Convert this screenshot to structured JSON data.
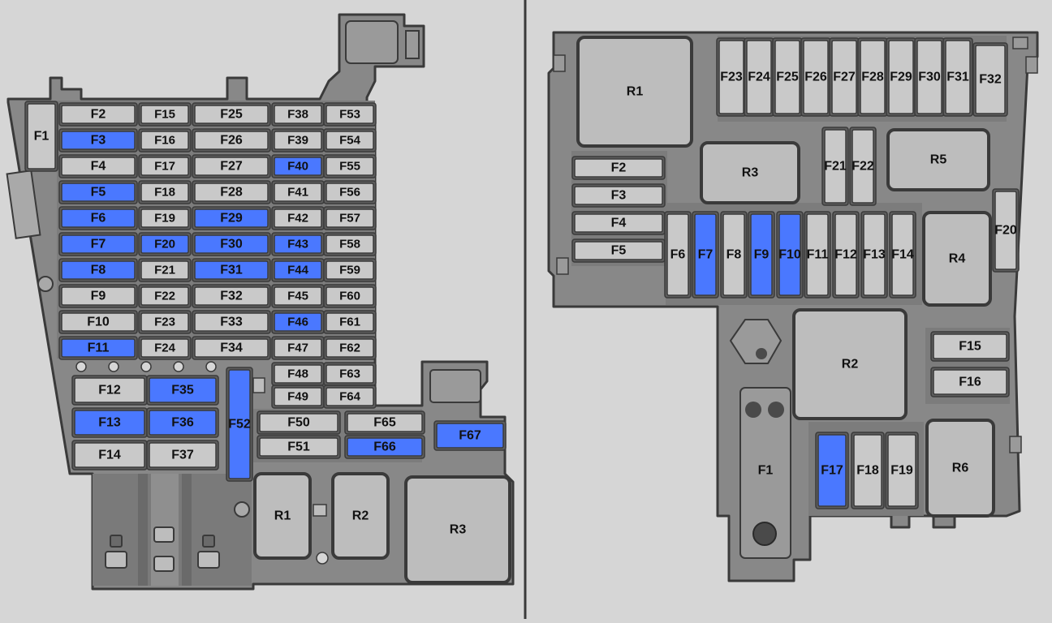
{
  "colors": {
    "background": "#d6d6d6",
    "housing": "#888888",
    "housing_dark": "#6f6f6f",
    "outline": "#3a3a3a",
    "fuse_body": "#c9c9c9",
    "fuse_highlight": "#4a78ff",
    "relay_body": "#bdbdbd",
    "divider": "#3a3a3a"
  },
  "left_box": {
    "fuses": {
      "F1": "F1",
      "F2": "F2",
      "F3": "F3",
      "F4": "F4",
      "F5": "F5",
      "F6": "F6",
      "F7": "F7",
      "F8": "F8",
      "F9": "F9",
      "F10": "F10",
      "F11": "F11",
      "F12": "F12",
      "F13": "F13",
      "F14": "F14",
      "F15": "F15",
      "F16": "F16",
      "F17": "F17",
      "F18": "F18",
      "F19": "F19",
      "F20": "F20",
      "F21": "F21",
      "F22": "F22",
      "F23": "F23",
      "F24": "F24",
      "F25": "F25",
      "F26": "F26",
      "F27": "F27",
      "F28": "F28",
      "F29": "F29",
      "F30": "F30",
      "F31": "F31",
      "F32": "F32",
      "F33": "F33",
      "F34": "F34",
      "F35": "F35",
      "F36": "F36",
      "F37": "F37",
      "F38": "F38",
      "F39": "F39",
      "F40": "F40",
      "F41": "F41",
      "F42": "F42",
      "F43": "F43",
      "F44": "F44",
      "F45": "F45",
      "F46": "F46",
      "F47": "F47",
      "F48": "F48",
      "F49": "F49",
      "F50": "F50",
      "F51": "F51",
      "F52": "F52",
      "F53": "F53",
      "F54": "F54",
      "F55": "F55",
      "F56": "F56",
      "F57": "F57",
      "F58": "F58",
      "F59": "F59",
      "F60": "F60",
      "F61": "F61",
      "F62": "F62",
      "F63": "F63",
      "F64": "F64",
      "F65": "F65",
      "F66": "F66",
      "F67": "F67"
    },
    "highlighted": [
      "F3",
      "F5",
      "F6",
      "F7",
      "F8",
      "F11",
      "F13",
      "F20",
      "F29",
      "F30",
      "F31",
      "F35",
      "F36",
      "F40",
      "F43",
      "F44",
      "F46",
      "F52",
      "F66",
      "F67"
    ],
    "relays": {
      "R1": "R1",
      "R2": "R2",
      "R3": "R3"
    }
  },
  "right_box": {
    "fuses": {
      "F1": "F1",
      "F2": "F2",
      "F3": "F3",
      "F4": "F4",
      "F5": "F5",
      "F6": "F6",
      "F7": "F7",
      "F8": "F8",
      "F9": "F9",
      "F10": "F10",
      "F11": "F11",
      "F12": "F12",
      "F13": "F13",
      "F14": "F14",
      "F15": "F15",
      "F16": "F16",
      "F17": "F17",
      "F18": "F18",
      "F19": "F19",
      "F20": "F20",
      "F21": "F21",
      "F22": "F22",
      "F23": "F23",
      "F24": "F24",
      "F25": "F25",
      "F26": "F26",
      "F27": "F27",
      "F28": "F28",
      "F29": "F29",
      "F30": "F30",
      "F31": "F31",
      "F32": "F32"
    },
    "highlighted": [
      "F7",
      "F9",
      "F10",
      "F17"
    ],
    "relays": {
      "R1": "R1",
      "R2": "R2",
      "R3": "R3",
      "R4": "R4",
      "R5": "R5",
      "R6": "R6"
    }
  }
}
